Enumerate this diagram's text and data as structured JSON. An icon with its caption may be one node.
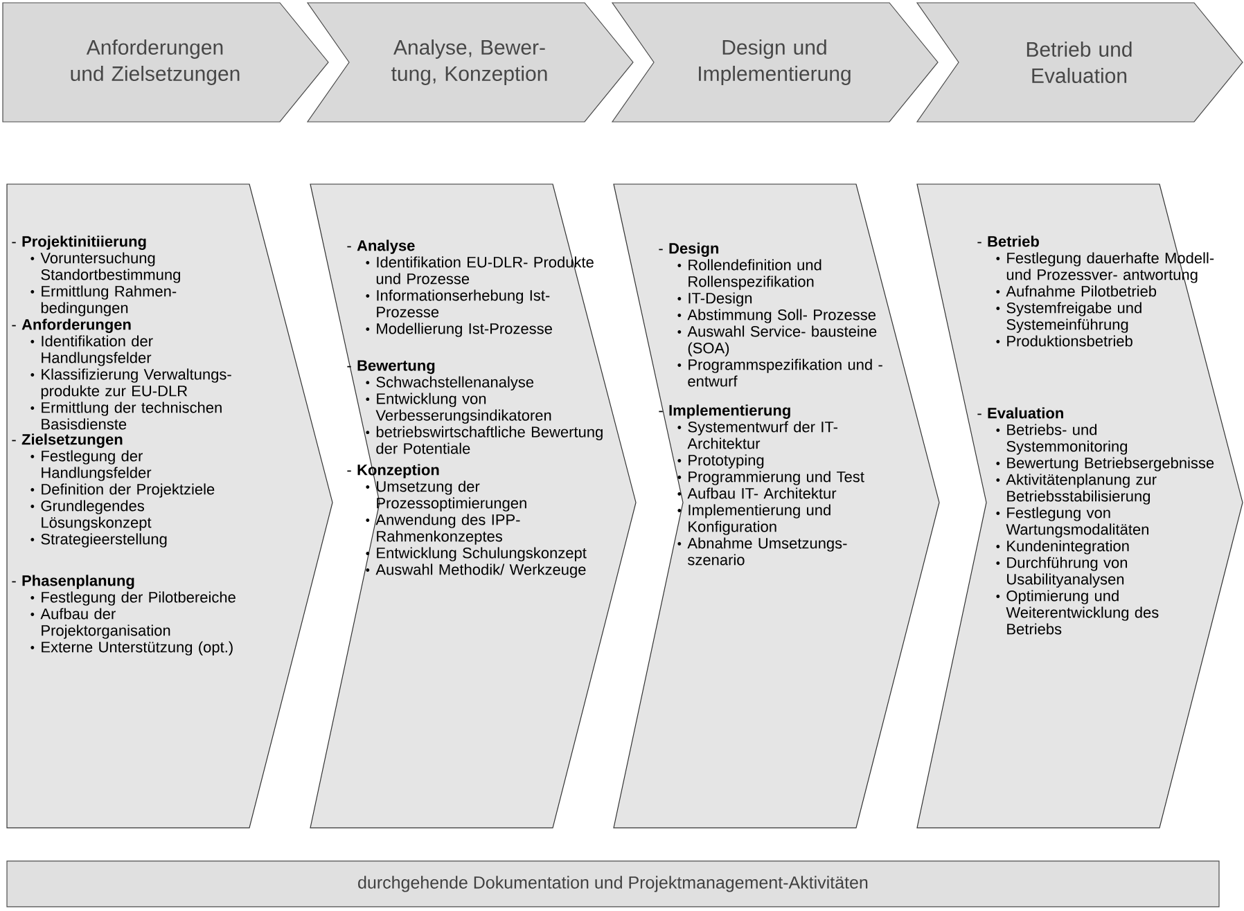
{
  "diagram": {
    "nodes": [
      {
        "text": [
          "Anforderungen und Zielsetzungen"
        ]
      },
      {
        "text": [
          "Analyse, Bewer- tung, Konzeption"
        ]
      },
      {
        "text": [
          "Design und Implementierung"
        ]
      },
      {
        "text": [
          "Betrieb und Evaluation"
        ]
      },
      {
        "text": [
          "- **Projektinitiierung**",
          "Voruntersuchung Standortbestimmung",
          "Ermittlung Rahmen- bedingungen",
          "- **Anforderungen**",
          "Identifikation der Handlungsfelder",
          "Klassifizierung Verwaltungs- produkte zur EU-DLR",
          "Ermittlung der technischen Basisdienste",
          "- **Zielsetzungen**",
          "Festlegung der Handlungsfelder",
          "Definition der Projektziele",
          "Grundlegendes Lösungskonzept",
          "Strategieerstellung",
          "- **Phasenplanung**",
          "Festlegung der Pilotbereiche",
          "Aufbau der Projektorganisation",
          "Externe Unterstützung (opt.)"
        ]
      },
      {
        "text": [
          "- **Analyse**",
          "Identifikation EU-DLR- Produkte und Prozesse",
          "Informationserhebung Ist-Prozesse",
          "Modellierung Ist-Prozesse",
          "- **Bewertung**",
          "Schwachstellenanalyse",
          "Entwicklung von Verbesserungsindikatoren",
          "betriebswirtschaftliche Bewertung der Potentiale",
          "- **Konzeption**",
          "Umsetzung der Prozessoptimierungen",
          "Anwendung des IPP-Rahmenkonzeptes",
          "Entwicklung Schulungskonzept",
          "Auswahl Methodik/ Werkzeuge"
        ]
      },
      {
        "text": [
          "- **Design**",
          "Rollendefinition und Rollenspezifikation",
          "IT-Design",
          "Abstimmung Soll- Prozesse",
          "Auswahl Service- bausteine (SOA)",
          "Programmspezifikation und -entwurf",
          "- **Implementierung**",
          "Systementwurf der IT-Architektur",
          "Prototyping",
          "Programmierung und Test",
          "Aufbau IT- Architektur",
          "Implementierung und Konfiguration",
          "Abnahme Umsetzungs- szenario"
        ]
      },
      {
        "text": [
          "- **Betrieb**",
          "Festlegung dauerhafte Modell- und Prozessver- antwortung",
          "Aufnahme Pilotbetrieb",
          "Systemfreigabe und Systemeinführung",
          "Produktionsbetrieb",
          "- **Evaluation**",
          "Betriebs- und Systemmonitoring",
          "Bewertung Betriebsergebnisse",
          "Aktivitätenplanung zur Betriebsstabilisierung",
          "Festlegung von Wartungsmodalitäten",
          "Kundenintegration",
          "Durchführung von Usabilityanalysen",
          "Optimierung und Weiterentwicklung des Betriebs"
        ]
      },
      {
        "text": [
          "durchgehende Dokumentation und Projektmanagement-Aktivitäten"
        ]
      }
    ],
    "edges": []
  }
}
